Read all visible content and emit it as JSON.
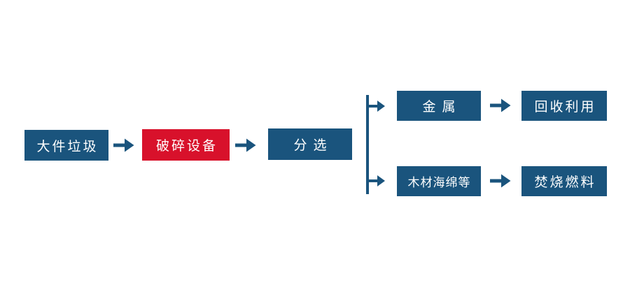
{
  "diagram": {
    "type": "flowchart",
    "background": "#FFFFFF",
    "colors": {
      "node_blue": "#1A547D",
      "node_red": "#D8112B",
      "arrow_blue": "#1A547D",
      "text_white": "#FFFFFF"
    },
    "nodes": {
      "bulky_waste": {
        "label": "大件垃圾",
        "color": "#1A547D"
      },
      "crushing_equipment": {
        "label": "破碎设备",
        "color": "#D8112B"
      },
      "sorting": {
        "label": "分选",
        "color": "#1A547D"
      },
      "metal": {
        "label": "金属",
        "color": "#1A547D"
      },
      "recycling": {
        "label": "回收利用",
        "color": "#1A547D"
      },
      "wood_sponge": {
        "label": "木材海绵等",
        "color": "#1A547D"
      },
      "incineration_fuel": {
        "label": "焚烧燃料",
        "color": "#1A547D"
      }
    },
    "edges": [
      {
        "from": "大件垃圾",
        "to": "破碎设备"
      },
      {
        "from": "破碎设备",
        "to": "分选"
      },
      {
        "from": "分选",
        "to": "金属"
      },
      {
        "from": "分选",
        "to": "木材海绵等"
      },
      {
        "from": "金属",
        "to": "回收利用"
      },
      {
        "from": "木材海绵等",
        "to": "焚烧燃料"
      }
    ]
  }
}
